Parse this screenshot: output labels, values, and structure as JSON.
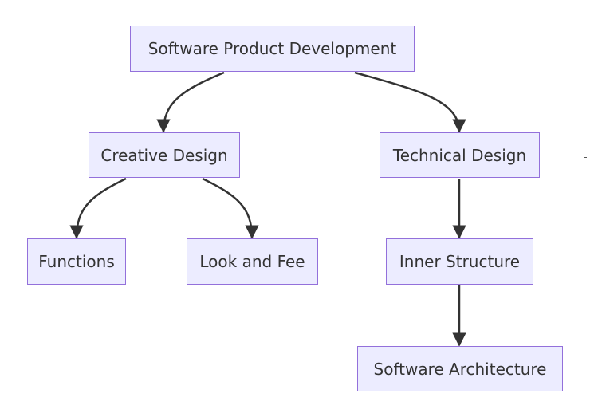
{
  "diagram": {
    "nodes": {
      "root": "Software Product Development",
      "creative": "Creative Design",
      "technical": "Technical Design",
      "functions": "Functions",
      "look": "Look and Fee",
      "inner": "Inner Structure",
      "architecture": "Software Architecture"
    },
    "edges": [
      {
        "from": "root",
        "to": "creative"
      },
      {
        "from": "root",
        "to": "technical"
      },
      {
        "from": "creative",
        "to": "functions"
      },
      {
        "from": "creative",
        "to": "look"
      },
      {
        "from": "technical",
        "to": "inner"
      },
      {
        "from": "inner",
        "to": "architecture"
      }
    ],
    "colors": {
      "node_fill": "#ececff",
      "node_border": "#9370db",
      "edge": "#333333",
      "text": "#333333"
    }
  }
}
